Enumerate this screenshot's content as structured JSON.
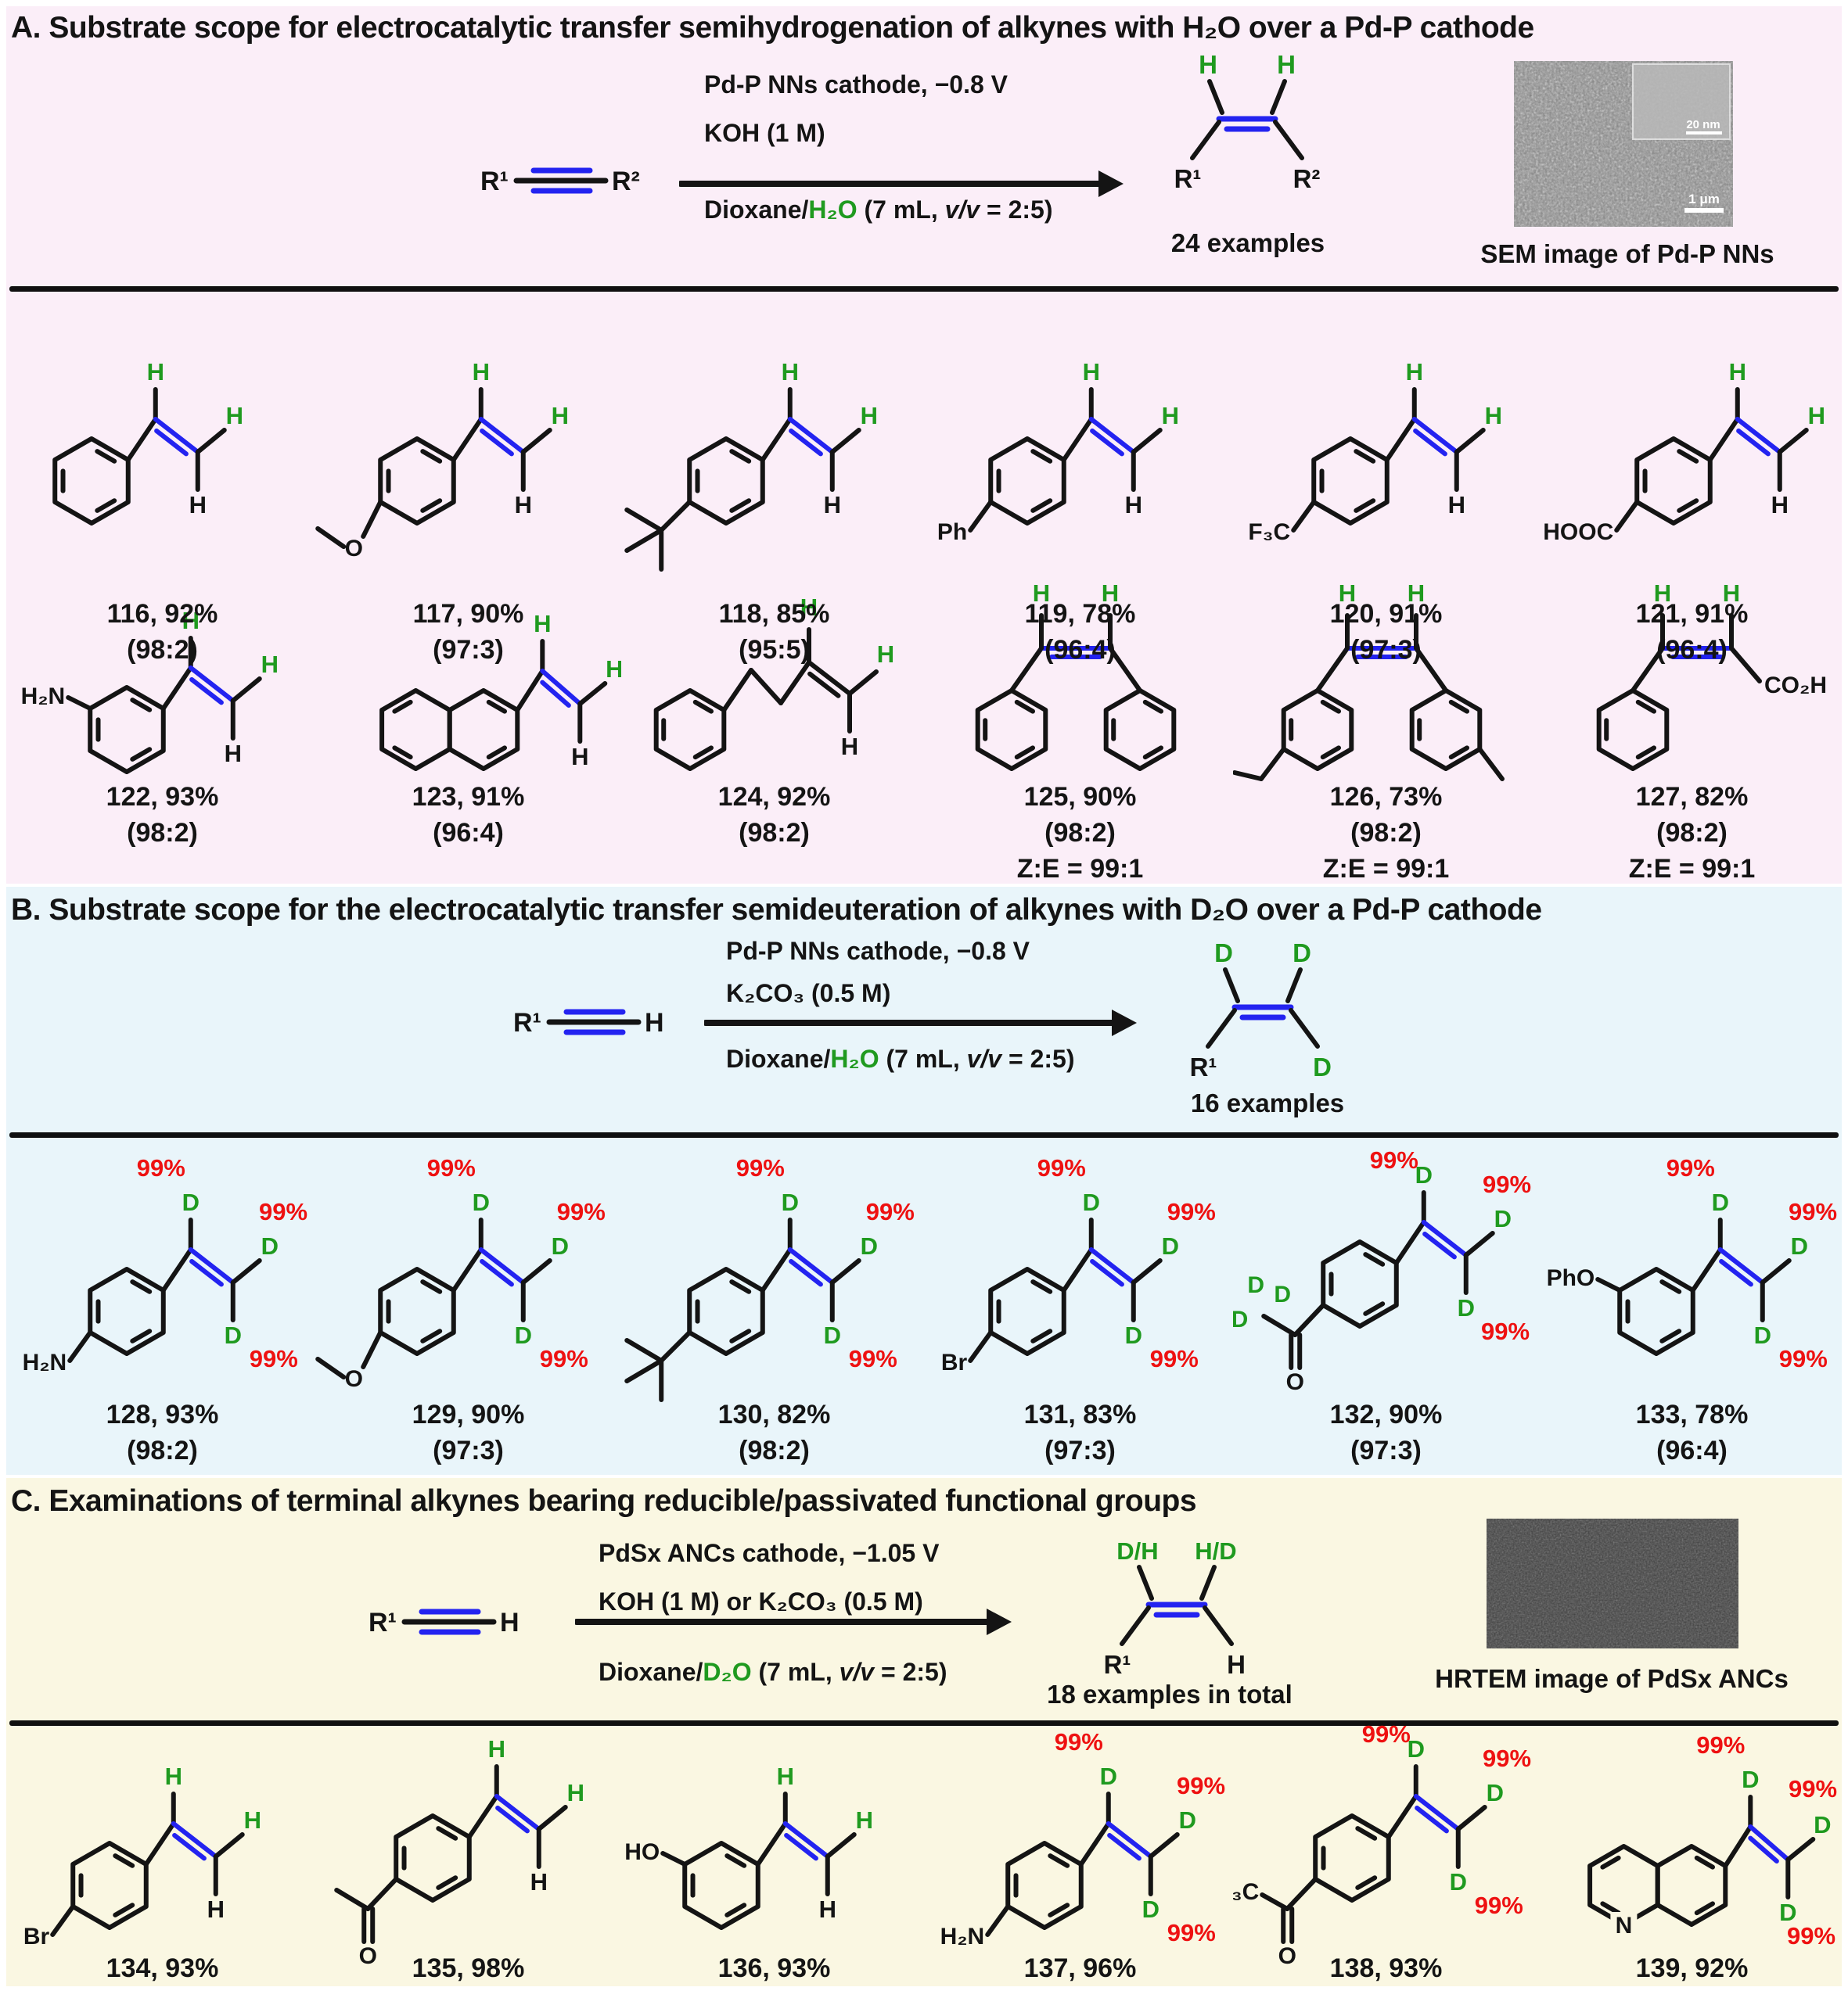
{
  "colors": {
    "green": "#1f9a1f",
    "blue": "#2323f0",
    "red": "#ee1111",
    "ink": "#141414",
    "panel_a_bg": "#fbeef8",
    "panel_b_bg": "#e9f5fa",
    "panel_c_bg": "#faf7e2"
  },
  "glyphs": {
    "O": "O",
    "N": "N"
  },
  "panels": {
    "a": {
      "title": "A. Substrate scope for electrocatalytic transfer semihydrogenation of alkynes with H₂O over a Pd-P cathode",
      "scheme": {
        "cond1": "Pd-P NNs cathode, −0.8 V",
        "cond2": "KOH (1 M)",
        "cond3": [
          {
            "t": "Dioxane/"
          },
          {
            "t": "H₂O",
            "green": true
          },
          {
            "t": " (7 mL, "
          },
          {
            "t": "v/v",
            "italic": true
          },
          {
            "t": " = 2:5)"
          }
        ],
        "substrate": {
          "left": "R¹",
          "right": "R²"
        },
        "product": {
          "tl": "H",
          "tr": "H",
          "bl": "R¹",
          "br": "R²"
        },
        "examples": "24 examples",
        "image_caption": "SEM image of Pd-P NNs",
        "scale_inset": "20 nm",
        "scale_main": "1 μm"
      },
      "compounds": [
        {
          "caption": "116, 92%",
          "ratio": "(98:2)",
          "kind": "styrene",
          "labels": [
            "H",
            "H",
            "H"
          ]
        },
        {
          "caption": "117, 90%",
          "ratio": "(97:3)",
          "kind": "styrene",
          "labels": [
            "H",
            "H",
            "H"
          ],
          "sub": "ome"
        },
        {
          "caption": "118, 85%",
          "ratio": "(95:5)",
          "kind": "styrene",
          "labels": [
            "H",
            "H",
            "H"
          ],
          "sub": "tbu"
        },
        {
          "caption": "119, 78%",
          "ratio": "(96:4)",
          "kind": "styrene",
          "labels": [
            "H",
            "H",
            "H"
          ],
          "sub": "text-para",
          "subText": "Ph"
        },
        {
          "caption": "120, 91%",
          "ratio": "(97:3)",
          "kind": "styrene",
          "labels": [
            "H",
            "H",
            "H"
          ],
          "sub": "text-para",
          "subText": "F₃C"
        },
        {
          "caption": "121, 91%",
          "ratio": "(96:4)",
          "kind": "styrene",
          "labels": [
            "H",
            "H",
            "H"
          ],
          "sub": "text-para",
          "subText": "HOOC"
        },
        {
          "caption": "122, 93%",
          "ratio": "(98:2)",
          "kind": "styrene",
          "labels": [
            "H",
            "H",
            "H"
          ],
          "sub": "text-meta",
          "subText": "H₂N"
        },
        {
          "caption": "123, 91%",
          "ratio": "(96:4)",
          "kind": "styrene",
          "labels": [
            "H",
            "H",
            "H"
          ],
          "ring": "naphthalene"
        },
        {
          "caption": "124, 92%",
          "ratio": "(98:2)",
          "kind": "butenyl",
          "labels": [
            "H",
            "H",
            "H"
          ]
        },
        {
          "caption": "125, 90%",
          "ratio": "(98:2)",
          "ze": "Z:E = 99:1",
          "kind": "stilbene",
          "labels": [
            "H",
            "H"
          ]
        },
        {
          "caption": "126, 73%",
          "ratio": "(98:2)",
          "ze": "Z:E = 99:1",
          "kind": "stilbene",
          "labels": [
            "H",
            "H"
          ],
          "subL": "ethyl",
          "subR": "methyl"
        },
        {
          "caption": "127, 82%",
          "ratio": "(98:2)",
          "ze": "Z:E = 99:1",
          "kind": "cinnamic",
          "labels": [
            "H",
            "H"
          ],
          "subText": "CO₂H"
        }
      ]
    },
    "b": {
      "title": "B. Substrate scope for the electrocatalytic transfer semideuteration of alkynes with D₂O over a Pd-P cathode",
      "scheme": {
        "cond1": "Pd-P NNs cathode, −0.8 V",
        "cond2": "K₂CO₃ (0.5 M)",
        "cond3": [
          {
            "t": "Dioxane/"
          },
          {
            "t": "H₂O",
            "green": true
          },
          {
            "t": " (7 mL, "
          },
          {
            "t": "v/v",
            "italic": true
          },
          {
            "t": " = 2:5)"
          }
        ],
        "substrate": {
          "left": "R¹",
          "right": "H"
        },
        "product": {
          "tl": "D",
          "tr": "D",
          "bl": "R¹",
          "br": "D"
        },
        "examples": "16 examples"
      },
      "compounds": [
        {
          "caption": "128, 93%",
          "ratio": "(98:2)",
          "kind": "styrene",
          "labels": [
            "D",
            "D",
            "D"
          ],
          "pcts": [
            "99%",
            "99%",
            "99%"
          ],
          "sub": "text-para",
          "subText": "H₂N"
        },
        {
          "caption": "129, 90%",
          "ratio": "(97:3)",
          "kind": "styrene",
          "labels": [
            "D",
            "D",
            "D"
          ],
          "pcts": [
            "99%",
            "99%",
            "99%"
          ],
          "sub": "ome"
        },
        {
          "caption": "130, 82%",
          "ratio": "(98:2)",
          "kind": "styrene",
          "labels": [
            "D",
            "D",
            "D"
          ],
          "pcts": [
            "99%",
            "99%",
            "99%"
          ],
          "sub": "tbu"
        },
        {
          "caption": "131, 83%",
          "ratio": "(97:3)",
          "kind": "styrene",
          "labels": [
            "D",
            "D",
            "D"
          ],
          "pcts": [
            "99%",
            "99%",
            "99%"
          ],
          "sub": "text-para",
          "subText": "Br"
        },
        {
          "caption": "132, 90%",
          "ratio": "(97:3)",
          "kind": "styrene",
          "labels": [
            "D",
            "D",
            "D"
          ],
          "pcts": [
            "99%",
            "99%",
            "99%"
          ],
          "sub": "acetyl-d",
          "methylD": [
            "D",
            "D",
            "D"
          ]
        },
        {
          "caption": "133, 78%",
          "ratio": "(96:4)",
          "kind": "styrene",
          "labels": [
            "D",
            "D",
            "D"
          ],
          "pcts": [
            "99%",
            "99%",
            "99%"
          ],
          "sub": "text-meta",
          "subText": "PhO"
        }
      ]
    },
    "c": {
      "title": "C. Examinations of terminal alkynes bearing reducible/passivated functional groups",
      "scheme": {
        "cond1": "PdSx ANCs cathode, −1.05 V",
        "cond2": "KOH (1 M) or K₂CO₃ (0.5 M)",
        "cond3": [
          {
            "t": "Dioxane/"
          },
          {
            "t": "D₂O",
            "green": true
          },
          {
            "t": " (7 mL, "
          },
          {
            "t": "v/v",
            "italic": true
          },
          {
            "t": " = 2:5)"
          }
        ],
        "substrate": {
          "left": "R¹",
          "right": "H"
        },
        "product": {
          "tl": "D/H",
          "tr": "H/D",
          "bl": "R¹",
          "br": "H"
        },
        "examples": "18 examples in total",
        "image_caption": "HRTEM image of PdSx ANCs"
      },
      "compounds": [
        {
          "caption": "134, 93%",
          "kind": "styrene",
          "labels": [
            "H",
            "H",
            "H"
          ],
          "sub": "text-para",
          "subText": "Br"
        },
        {
          "caption": "135, 98%",
          "kind": "styrene",
          "labels": [
            "H",
            "H",
            "H"
          ],
          "sub": "acetyl"
        },
        {
          "caption": "136, 93%",
          "kind": "styrene",
          "labels": [
            "H",
            "H",
            "H"
          ],
          "sub": "text-meta",
          "subText": "HO"
        },
        {
          "caption": "137, 96%",
          "kind": "styrene",
          "labels": [
            "D",
            "D",
            "D"
          ],
          "pcts": [
            "99%",
            "99%",
            "99%"
          ],
          "sub": "text-para",
          "subText": "H₂N"
        },
        {
          "caption": "138, 93%",
          "kind": "styrene",
          "labels": [
            "D",
            "D",
            "D"
          ],
          "pcts": [
            "99%",
            "99%",
            "99%"
          ],
          "sub": "acetyl-text",
          "subText": "D₃C"
        },
        {
          "caption": "139, 92%",
          "kind": "styrene",
          "labels": [
            "D",
            "D",
            "D"
          ],
          "pcts": [
            "99%",
            "99%",
            "99%"
          ],
          "ring": "quinoline"
        }
      ]
    }
  }
}
